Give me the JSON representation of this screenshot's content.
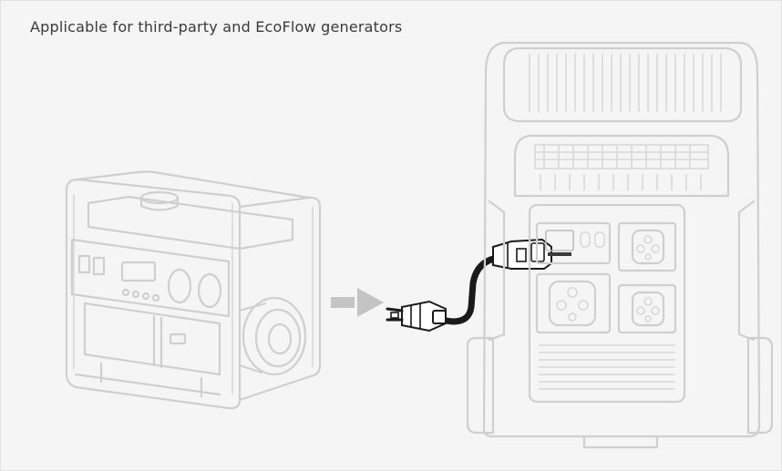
{
  "caption": "Applicable for third-party and EcoFlow generators",
  "colors": {
    "background": "#f5f5f5",
    "line_art": "#cfcfcf",
    "arrow": "#c4c4c4",
    "cable": "#1a1a1a",
    "caption_text": "#3a3a3a"
  },
  "icons": {
    "generator": "portable-generator-illustration",
    "arrow": "right-arrow-icon",
    "device": "power-station-illustration",
    "cable": "power-cable-illustration"
  }
}
